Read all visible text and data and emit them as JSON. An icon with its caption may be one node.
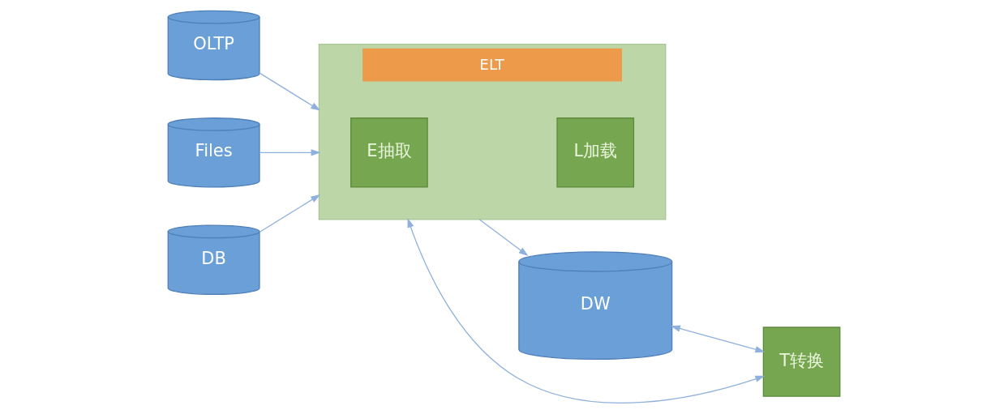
{
  "diagram": {
    "nodes": [
      {
        "text": [
          "OLTP"
        ]
      },
      {
        "text": [
          "Files"
        ]
      },
      {
        "text": [
          "DB"
        ]
      },
      {
        "text": [
          "ELT"
        ]
      },
      {
        "text": [
          "E抽取"
        ],
        "in": 3
      },
      {
        "text": [
          "L加载"
        ],
        "in": 3
      },
      {
        "text": [
          "DW"
        ]
      },
      {
        "text": [
          "T转换"
        ]
      }
    ],
    "edges": [
      {
        "from": 0,
        "to": 3,
        "arrow": "to"
      },
      {
        "from": 1,
        "to": 3,
        "arrow": "to"
      },
      {
        "from": 2,
        "to": 3,
        "arrow": "to"
      },
      {
        "from": 3,
        "to": 6,
        "arrow": "to"
      },
      {
        "from": 3,
        "to": 7,
        "arrow": "both"
      },
      {
        "from": 6,
        "to": 7,
        "arrow": "both"
      }
    ]
  }
}
